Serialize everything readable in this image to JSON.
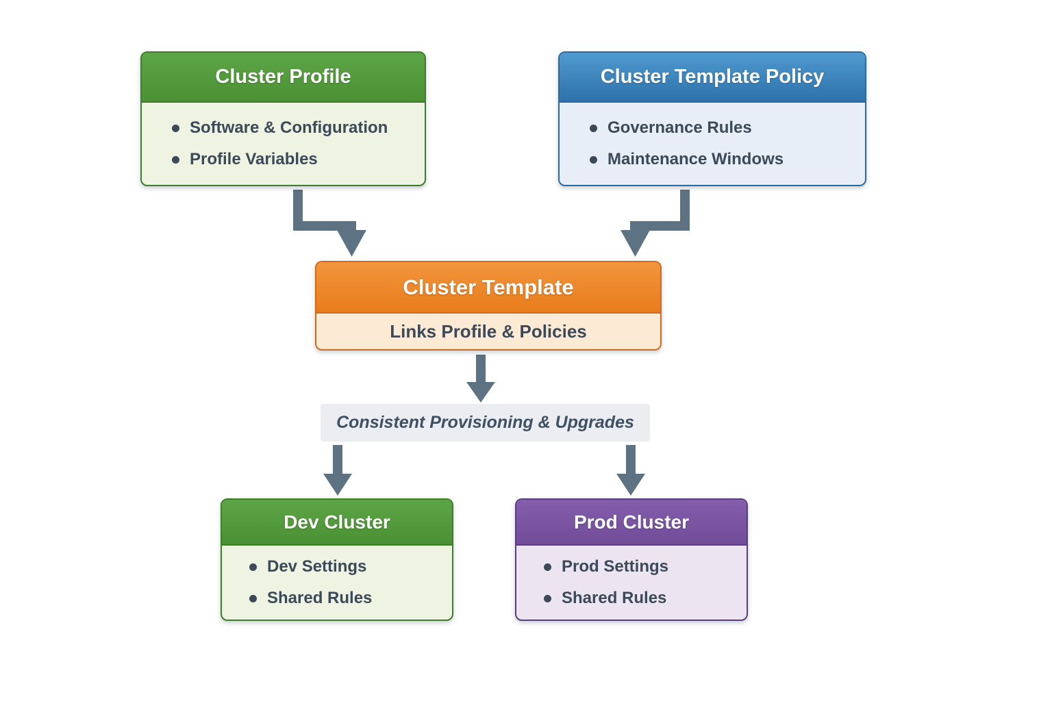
{
  "diagram": {
    "background": "#ffffff",
    "arrow_color": "#5d7283",
    "nodes": {
      "cluster_profile": {
        "title": "Cluster Profile",
        "items": [
          "Software & Configuration",
          "Profile Variables"
        ],
        "header_color": "#4f9838",
        "body_color": "#eef3e2",
        "border_color": "#3e7e2b"
      },
      "cluster_template_policy": {
        "title": "Cluster Template Policy",
        "items": [
          "Governance Rules",
          "Maintenance Windows"
        ],
        "header_color": "#3a84c0",
        "body_color": "#e8eef8",
        "border_color": "#2b6aa1"
      },
      "cluster_template": {
        "title": "Cluster Template",
        "subtitle": "Links Profile & Policies",
        "header_color": "#ec8527",
        "body_color": "#fcead5",
        "border_color": "#d16a1d"
      },
      "provisioning_banner": {
        "label": "Consistent Provisioning & Upgrades",
        "background": "#ebedf0",
        "text_color": "#3e5063"
      },
      "dev_cluster": {
        "title": "Dev Cluster",
        "items": [
          "Dev Settings",
          "Shared Rules"
        ],
        "header_color": "#4f9838",
        "body_color": "#eef3e2",
        "border_color": "#3e7e2b"
      },
      "prod_cluster": {
        "title": "Prod Cluster",
        "items": [
          "Prod Settings",
          "Shared Rules"
        ],
        "header_color": "#7b55a3",
        "body_color": "#ece5f1",
        "border_color": "#593d80"
      }
    },
    "edges": [
      {
        "from": "cluster_profile",
        "to": "cluster_template"
      },
      {
        "from": "cluster_template_policy",
        "to": "cluster_template"
      },
      {
        "from": "cluster_template",
        "to": "provisioning_banner"
      },
      {
        "from": "provisioning_banner",
        "to": "dev_cluster"
      },
      {
        "from": "provisioning_banner",
        "to": "prod_cluster"
      }
    ]
  }
}
